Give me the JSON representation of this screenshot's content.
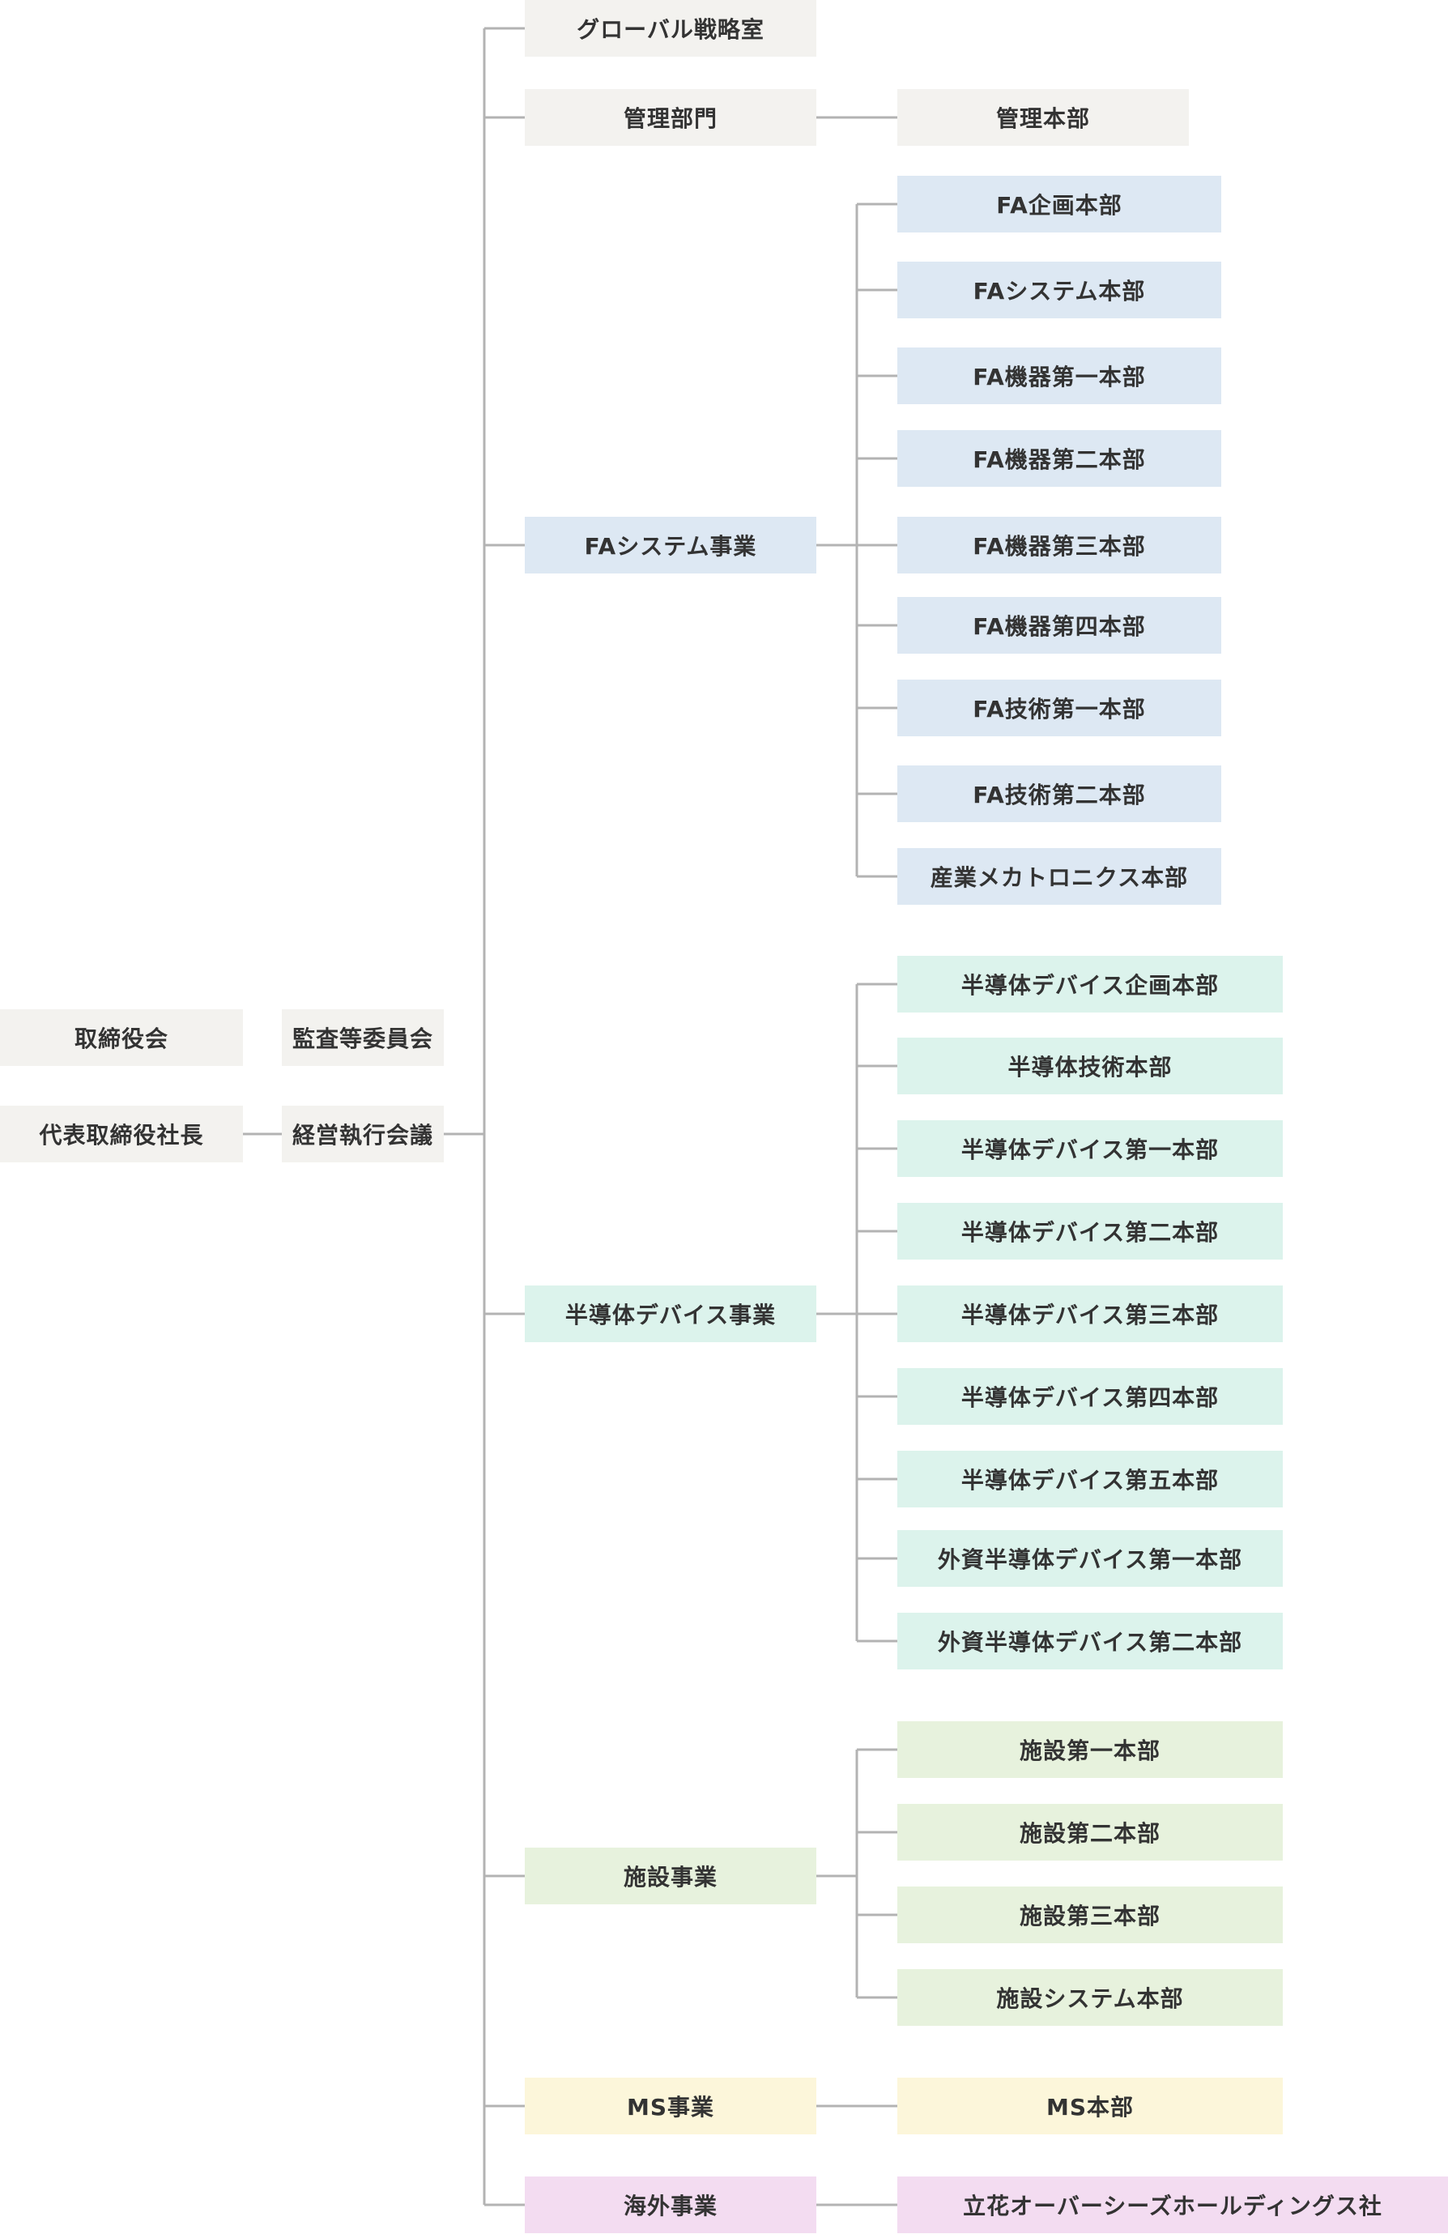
{
  "colors": {
    "line": "#b3b3b3",
    "text": "#333333",
    "gray": "#f3f2ef",
    "fa": "#dde8f3",
    "semiconductor": "#dcf3ec",
    "facility": "#e7f2dd",
    "ms": "#fcf6da",
    "overseas": "#f3dcf1"
  },
  "top_level": {
    "board": "取締役会",
    "audit_committee": "監査等委員会",
    "president": "代表取締役社長",
    "executive_meeting": "経営執行会議"
  },
  "divisions": [
    {
      "name": "グローバル戦略室",
      "color": "gray",
      "units": []
    },
    {
      "name": "管理部門",
      "color": "gray",
      "units": [
        "管理本部"
      ]
    },
    {
      "name": "FAシステム事業",
      "color": "fa",
      "units": [
        "FA企画本部",
        "FAシステム本部",
        "FA機器第一本部",
        "FA機器第二本部",
        "FA機器第三本部",
        "FA機器第四本部",
        "FA技術第一本部",
        "FA技術第二本部",
        "産業メカトロニクス本部"
      ]
    },
    {
      "name": "半導体デバイス事業",
      "color": "semiconductor",
      "units": [
        "半導体デバイス企画本部",
        "半導体技術本部",
        "半導体デバイス第一本部",
        "半導体デバイス第二本部",
        "半導体デバイス第三本部",
        "半導体デバイス第四本部",
        "半導体デバイス第五本部",
        "外資半導体デバイス第一本部",
        "外資半導体デバイス第二本部"
      ]
    },
    {
      "name": "施設事業",
      "color": "facility",
      "units": [
        "施設第一本部",
        "施設第二本部",
        "施設第三本部",
        "施設システム本部"
      ]
    },
    {
      "name": "MS事業",
      "color": "ms",
      "units": [
        "MS本部"
      ]
    },
    {
      "name": "海外事業",
      "color": "overseas",
      "units": [
        "立花オーバーシーズホールディングス社"
      ]
    }
  ]
}
